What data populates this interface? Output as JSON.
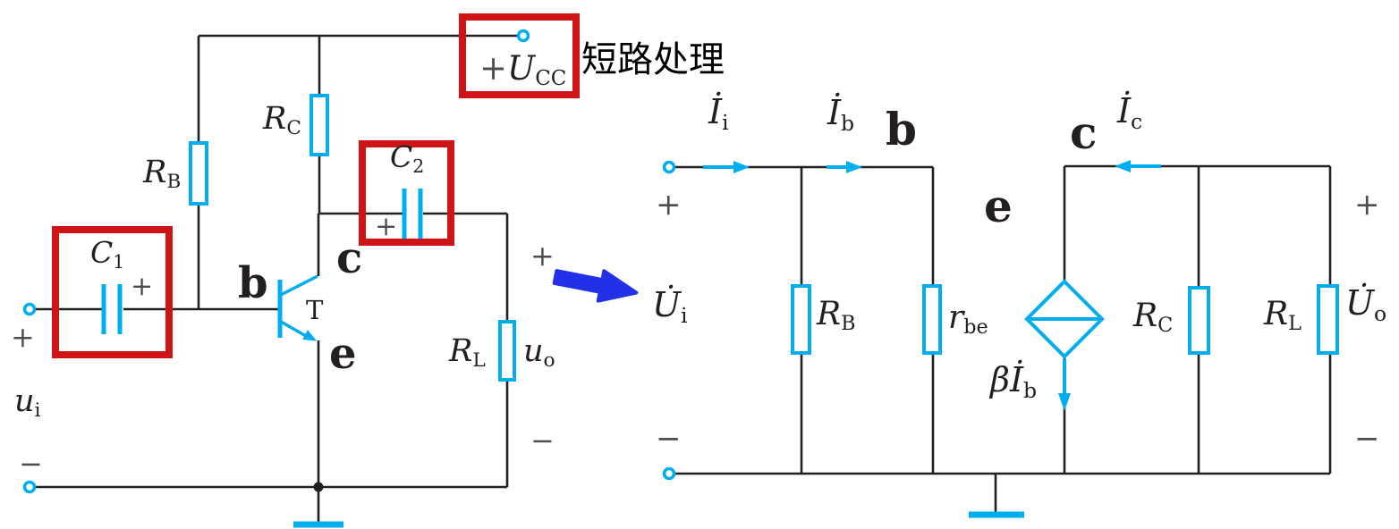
{
  "annotation": {
    "short_circuit_note": "短路处理"
  },
  "colors": {
    "component_cyan": "#00AEEF",
    "highlight_red": "#CE1417",
    "wire_black": "#231F20",
    "transform_arrow_blue": "#2231E8"
  },
  "original_circuit": {
    "supply": {
      "prefix": "+",
      "main": "U",
      "sub": "CC"
    },
    "rb": {
      "main": "R",
      "sub": "B"
    },
    "rc": {
      "main": "R",
      "sub": "C"
    },
    "rl": {
      "main": "R",
      "sub": "L"
    },
    "c1": {
      "main": "C",
      "sub": "1",
      "polarity": "+"
    },
    "c2": {
      "main": "C",
      "sub": "2",
      "polarity": "+"
    },
    "transistor": "T",
    "base": "b",
    "collector": "c",
    "emitter": "e",
    "ui": {
      "main": "u",
      "sub": "i"
    },
    "uo": {
      "main": "u",
      "sub": "o"
    },
    "input_plus": "+",
    "input_minus": "−",
    "output_plus": "+",
    "output_minus": "−"
  },
  "equivalent_circuit": {
    "ii": {
      "main": "İ",
      "sub": "i"
    },
    "ib": {
      "main": "İ",
      "sub": "b"
    },
    "ic": {
      "main": "İ",
      "sub": "c"
    },
    "base": "b",
    "collector": "c",
    "emitter": "e",
    "ui": {
      "main": "U̇",
      "sub": "i"
    },
    "uo": {
      "main": "U̇",
      "sub": "o"
    },
    "rb": {
      "main": "R",
      "sub": "B"
    },
    "rbe": {
      "main": "r",
      "sub": "be"
    },
    "rc": {
      "main": "R",
      "sub": "C"
    },
    "rl": {
      "main": "R",
      "sub": "L"
    },
    "beta_ib": {
      "beta": "β",
      "main": "İ",
      "sub": "b"
    },
    "left_plus": "+",
    "left_minus": "−",
    "right_plus": "+",
    "right_minus": "−"
  }
}
